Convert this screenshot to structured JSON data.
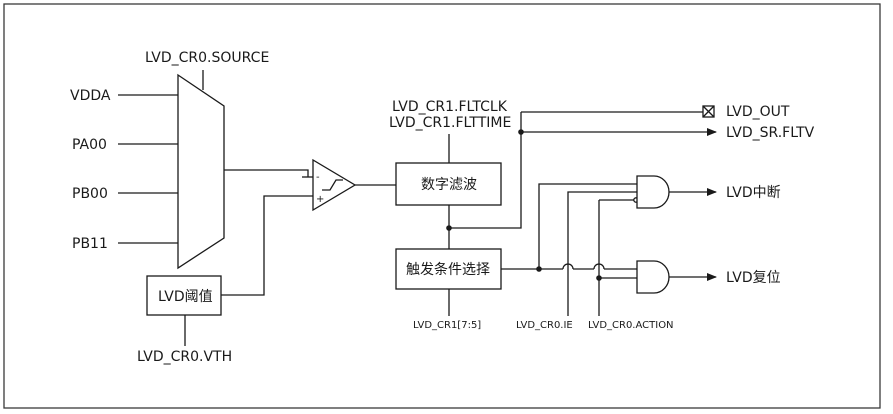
{
  "inputs": {
    "vdda": "VDDA",
    "pa00": "PA00",
    "pb00": "PB00",
    "pb11": "PB11"
  },
  "mux_select": "LVD_CR0.SOURCE",
  "threshold_block": "LVD阈值",
  "threshold_ctrl": "LVD_CR0.VTH",
  "filter_ctrl": {
    "line1": "LVD_CR1.FLTCLK",
    "line2": "LVD_CR1.FLTTIME"
  },
  "filter_block": "数字滤波",
  "trigger_block": "触发条件选择",
  "trigger_ctrl": "LVD_CR1[7:5]",
  "ie_ctrl": "LVD_CR0.IE",
  "action_ctrl": "LVD_CR0.ACTION",
  "outputs": {
    "out": "LVD_OUT",
    "fltv": "LVD_SR.FLTV",
    "interrupt": "LVD中断",
    "reset": "LVD复位"
  },
  "comparator": {
    "minus": "-",
    "plus": "+"
  }
}
